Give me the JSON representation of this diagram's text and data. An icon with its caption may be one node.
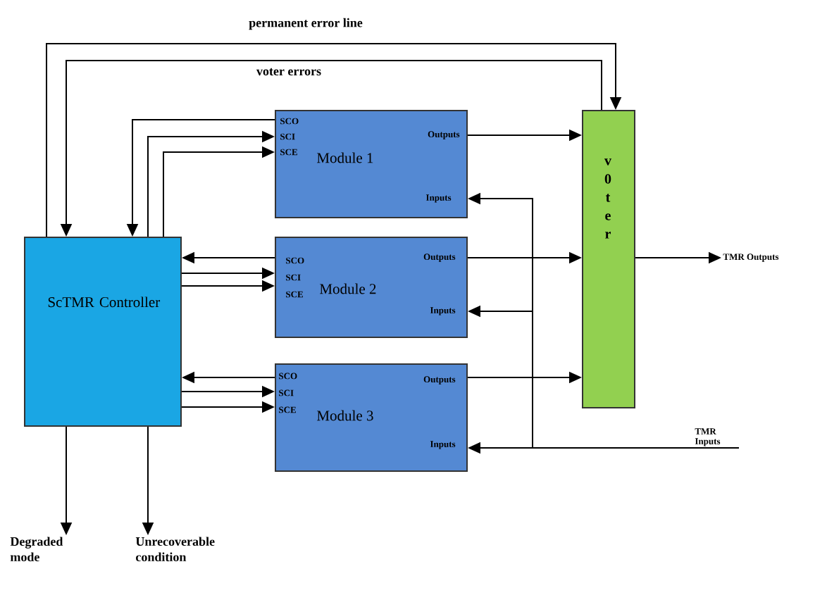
{
  "diagram": {
    "nodes": [
      {
        "text": [
          "ScTMR Controller"
        ]
      },
      {
        "text": [
          "SCO",
          "SCI",
          "SCE",
          "Module 1",
          "Outputs",
          "Inputs"
        ]
      },
      {
        "text": [
          "SCO",
          "SCI",
          "SCE",
          "Module 2",
          "Outputs",
          "Inputs"
        ]
      },
      {
        "text": [
          "SCO",
          "SCI",
          "SCE",
          "Module 3",
          "Outputs",
          "Inputs"
        ]
      },
      {
        "text": [
          "v 0 t e r"
        ]
      },
      {
        "text": [
          "TMR Outputs"
        ]
      },
      {
        "text": [
          "TMR Inputs"
        ]
      },
      {
        "text": [
          "Degraded mode"
        ]
      },
      {
        "text": [
          "Unrecoverable condition"
        ]
      }
    ],
    "edges": [
      {
        "from": 0,
        "to": 4,
        "arrow": "to",
        "label": "permanent error line"
      },
      {
        "from": 4,
        "to": 0,
        "arrow": "to",
        "label": "voter errors"
      },
      {
        "from": 1,
        "to": 0,
        "arrow": "to"
      },
      {
        "from": 0,
        "to": 1,
        "arrow": "to"
      },
      {
        "from": 0,
        "to": 1,
        "arrow": "to"
      },
      {
        "from": 2,
        "to": 0,
        "arrow": "to"
      },
      {
        "from": 0,
        "to": 2,
        "arrow": "to"
      },
      {
        "from": 0,
        "to": 2,
        "arrow": "to"
      },
      {
        "from": 3,
        "to": 0,
        "arrow": "to"
      },
      {
        "from": 0,
        "to": 3,
        "arrow": "to"
      },
      {
        "from": 0,
        "to": 3,
        "arrow": "to"
      },
      {
        "from": 1,
        "to": 4,
        "arrow": "to"
      },
      {
        "from": 2,
        "to": 4,
        "arrow": "to"
      },
      {
        "from": 3,
        "to": 4,
        "arrow": "to"
      },
      {
        "from": 4,
        "to": 5,
        "arrow": "to"
      },
      {
        "from": 6,
        "to": 1,
        "arrow": "to"
      },
      {
        "from": 6,
        "to": 2,
        "arrow": "to"
      },
      {
        "from": 6,
        "to": 3,
        "arrow": "to"
      },
      {
        "from": 0,
        "to": 7,
        "arrow": "to"
      },
      {
        "from": 0,
        "to": 8,
        "arrow": "to"
      }
    ]
  }
}
